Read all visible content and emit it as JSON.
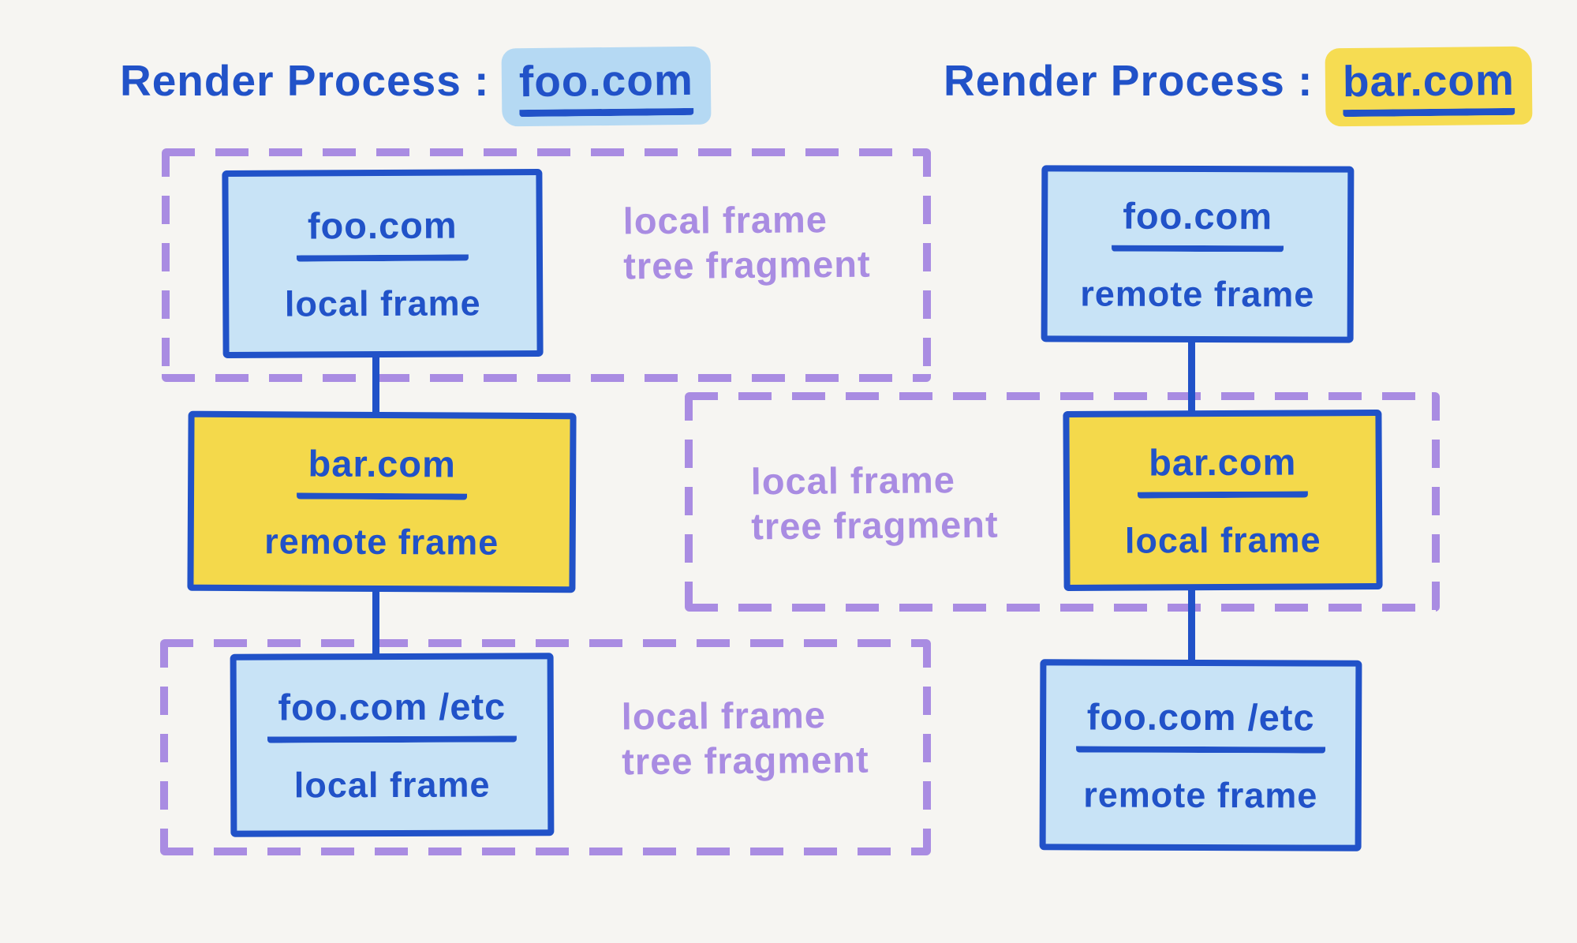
{
  "colors": {
    "background": "#f6f5f2",
    "ink_blue": "#2152c8",
    "node_blue_fill": "#c8e3f6",
    "node_yellow_fill": "#f4d94b",
    "highlight_blue": "#b5d9f3",
    "highlight_yellow": "#f6dc52",
    "purple": "#a98ce2"
  },
  "fragment_label": {
    "line1": "local frame",
    "line2": "tree fragment"
  },
  "left": {
    "title_prefix": "Render Process :",
    "title_domain": "foo.com",
    "nodes": [
      {
        "domain": "foo.com",
        "role": "local frame"
      },
      {
        "domain": "bar.com",
        "role": "remote frame"
      },
      {
        "domain": "foo.com /etc",
        "role": "local frame"
      }
    ]
  },
  "right": {
    "title_prefix": "Render Process :",
    "title_domain": "bar.com",
    "nodes": [
      {
        "domain": "foo.com",
        "role": "remote frame"
      },
      {
        "domain": "bar.com",
        "role": "local frame"
      },
      {
        "domain": "foo.com /etc",
        "role": "remote frame"
      }
    ]
  }
}
